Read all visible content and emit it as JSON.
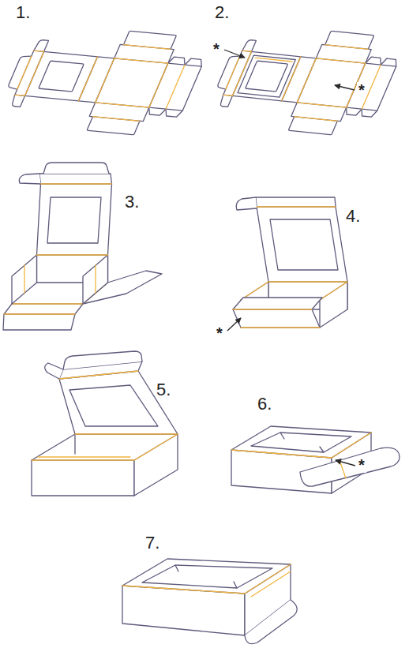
{
  "diagram": {
    "labels": [
      "1.",
      "2.",
      "*",
      "*",
      "3.",
      "4.",
      "*",
      "5.",
      "6.",
      "*",
      "7."
    ]
  }
}
